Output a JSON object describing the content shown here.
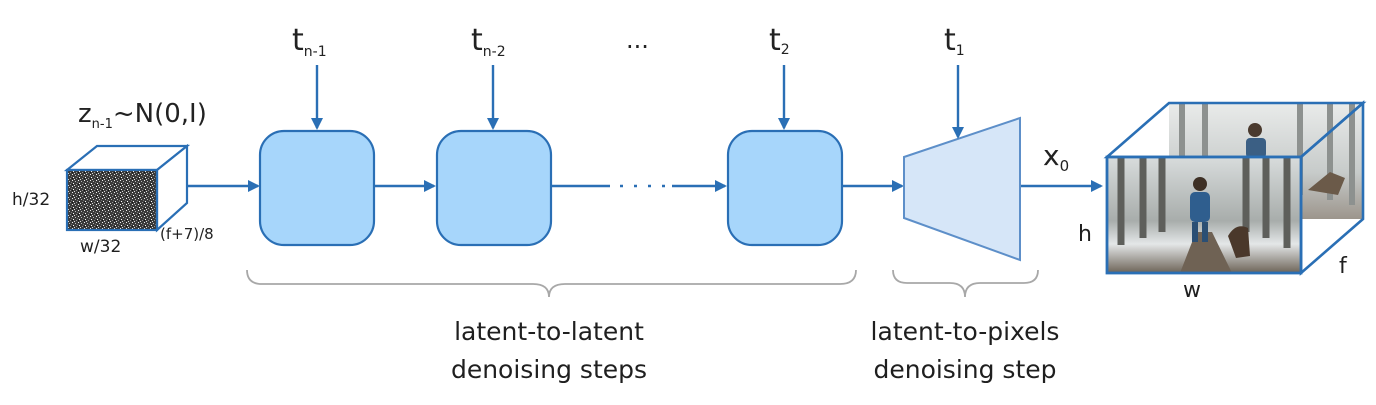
{
  "noise_label": {
    "main": "z",
    "sub": "n-1",
    "rest": "~N(0,I)"
  },
  "latent_dims": {
    "height": "h/32",
    "width": "w/32",
    "frames": "(f+7)/8"
  },
  "timesteps": [
    {
      "main": "t",
      "sub": "n-1"
    },
    {
      "main": "t",
      "sub": "n-2"
    },
    {
      "main": "...",
      "sub": ""
    },
    {
      "main": "t",
      "sub": "2"
    },
    {
      "main": "t",
      "sub": "1"
    }
  ],
  "output_label": {
    "main": "x",
    "sub": "0"
  },
  "video_dims": {
    "height": "h",
    "width": "w",
    "frames": "f"
  },
  "captions": {
    "latent_line1": "latent-to-latent",
    "latent_line2": "denoising steps",
    "pixel_line1": "latent-to-pixels",
    "pixel_line2": "denoising step"
  },
  "colors": {
    "accent": "#2a6fb5",
    "block_fill": "#a7d6fb",
    "decoder_fill": "#d6e6f8"
  }
}
